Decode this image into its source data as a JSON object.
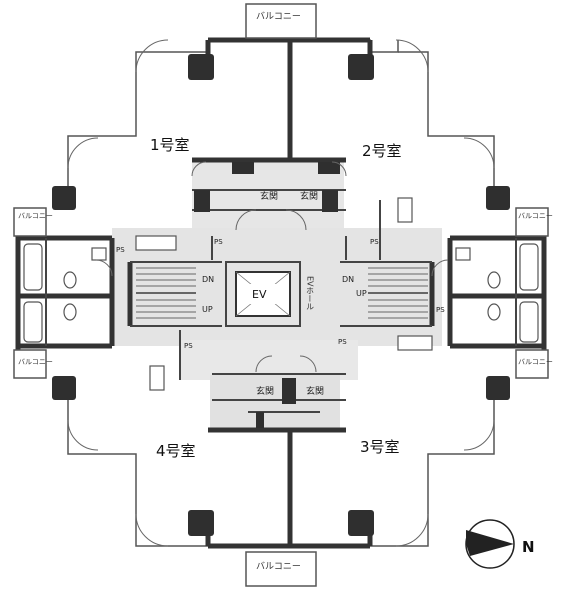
{
  "units": {
    "unit1": "1号室",
    "unit2": "2号室",
    "unit3": "3号室",
    "unit4": "4号室"
  },
  "balcony_label": "バルコニー",
  "entrance_label": "玄関",
  "elevator_label": "EV",
  "elevator_hall_label": "EVホール",
  "stair_down_label": "DN",
  "stair_up_label": "UP",
  "pipe_space_label": "PS",
  "compass_north": "N",
  "colors": {
    "wall": "#3a3a3a",
    "column": "#2f2f2f",
    "floor_light": "#ececec",
    "floor_mid": "#dcdcdc",
    "line": "#555555"
  }
}
